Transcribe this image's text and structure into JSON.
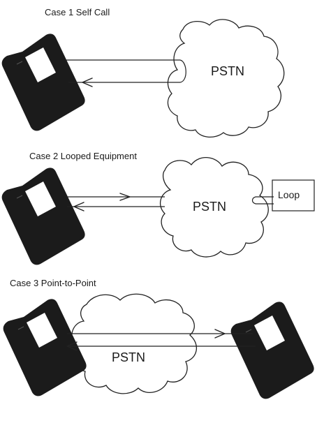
{
  "cases": [
    {
      "title": "Case 1  Self Call",
      "cloud_label": "PSTN"
    },
    {
      "title": "Case 2  Looped Equipment",
      "cloud_label": "PSTN",
      "loop_label": "Loop"
    },
    {
      "title": "Case 3  Point-to-Point",
      "cloud_label": "PSTN"
    }
  ],
  "colors": {
    "device_body": "#1b1b1b",
    "device_screen": "#ffffff",
    "line": "#222222"
  }
}
